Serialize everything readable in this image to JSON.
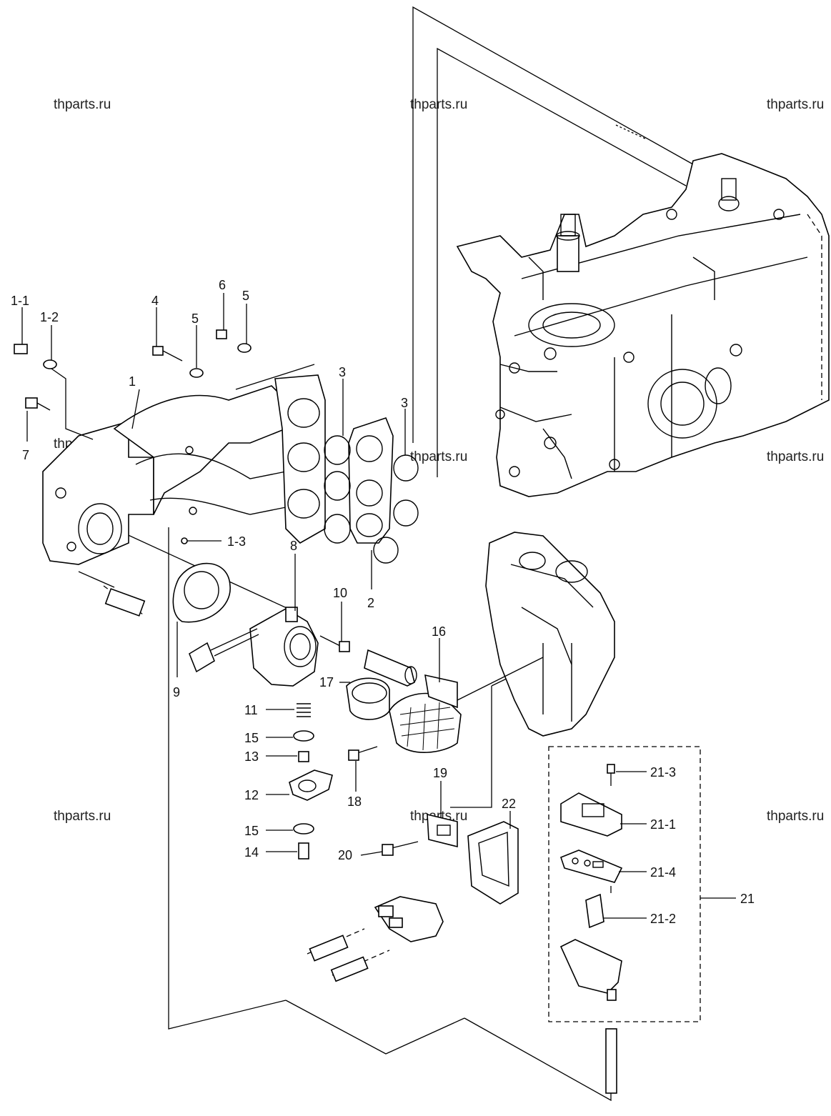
{
  "watermark": "thparts.ru",
  "labels": {
    "l1_1": "1-1",
    "l1_2": "1-2",
    "l1": "1",
    "l1_3": "1-3",
    "l2": "2",
    "l3a": "3",
    "l3b": "3",
    "l4": "4",
    "l5a": "5",
    "l5b": "5",
    "l6": "6",
    "l7": "7",
    "l8": "8",
    "l9": "9",
    "l10": "10",
    "l11": "11",
    "l12": "12",
    "l13": "13",
    "l14": "14",
    "l15a": "15",
    "l15b": "15",
    "l16": "16",
    "l17": "17",
    "l18": "18",
    "l19": "19",
    "l20": "20",
    "l21": "21",
    "l21_1": "21-1",
    "l21_2": "21-2",
    "l21_3": "21-3",
    "l21_4": "21-4",
    "l22": "22"
  }
}
